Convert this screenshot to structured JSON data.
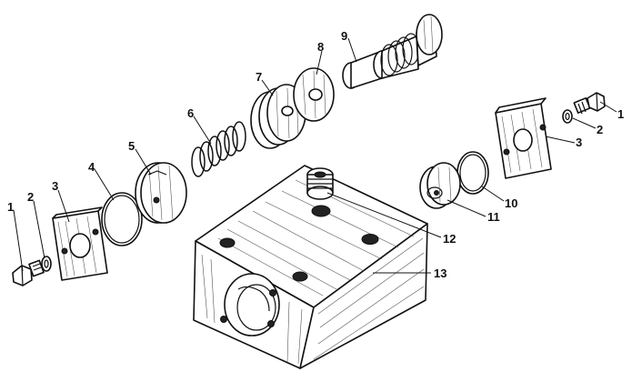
{
  "callouts": {
    "c1_left": "1",
    "c2_left": "2",
    "c3_left": "3",
    "c4": "4",
    "c5": "5",
    "c6": "6",
    "c7": "7",
    "c8": "8",
    "c9": "9",
    "c1_right": "1",
    "c2_right": "2",
    "c3_right": "3",
    "c10": "10",
    "c11": "11",
    "c12": "12",
    "c13": "13"
  }
}
